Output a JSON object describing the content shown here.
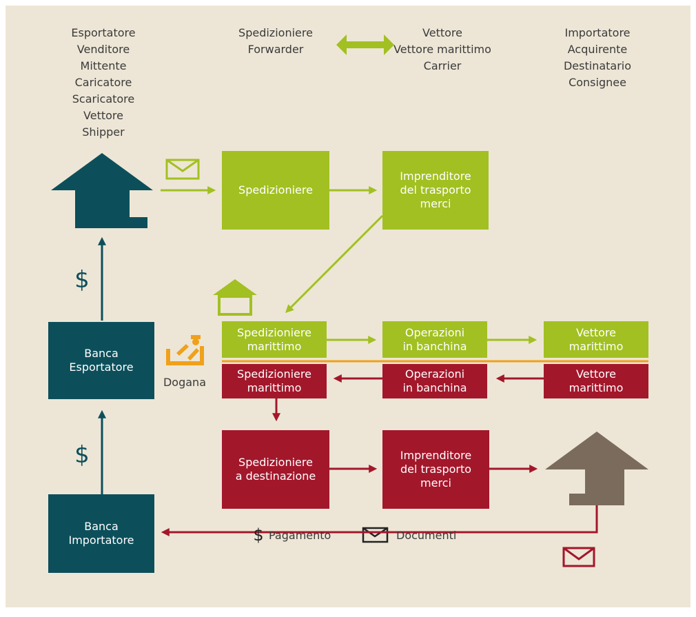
{
  "roles": {
    "exporter": [
      "Esportatore",
      "Venditore",
      "Mittente",
      "Caricatore",
      "Scaricatore",
      "Vettore",
      "Shipper"
    ],
    "forwarder": [
      "Spedizioniere",
      "Forwarder"
    ],
    "carrier": [
      "Vettore",
      "Vettore marittimo",
      "Carrier"
    ],
    "importer": [
      "Importatore",
      "Acquirente",
      "Destinatario",
      "Consignee"
    ]
  },
  "boxes": {
    "spedizioniere": "Spedizioniere",
    "imprenditore_top": "Imprenditore\ndel trasporto\nmerci",
    "sped_marittimo_green": "Spedizioniere\nmarittimo",
    "operazioni_green": "Operazioni\nin banchina",
    "vettore_green": "Vettore\nmarittimo",
    "sped_marittimo_red": "Spedizioniere\nmarittimo",
    "operazioni_red": "Operazioni\nin banchina",
    "vettore_red": "Vettore\nmarittimo",
    "sped_destinazione": "Spedizioniere\na destinazione",
    "imprenditore_bottom": "Imprenditore\ndel trasporto\nmerci",
    "banca_esportatore": "Banca\nEsportatore",
    "banca_importatore": "Banca\nImportatore"
  },
  "dogana": "Dogana",
  "payment_symbol": "$",
  "legend": {
    "payment": "Pagamento",
    "documents": "Documenti"
  },
  "colors": {
    "green": "#A2C021",
    "red": "#A3172B",
    "teal": "#0C4F5B",
    "brown": "#7B6B5C",
    "orange": "#F0A11A",
    "background": "#EDE6D6"
  }
}
